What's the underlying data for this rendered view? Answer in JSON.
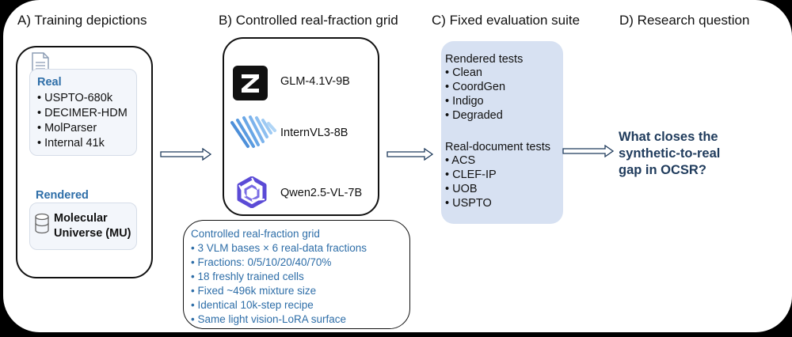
{
  "columns": {
    "a_title": "A)  Training depictions",
    "b_title": "B)  Controlled real-fraction grid",
    "c_title": "C)  Fixed evaluation suite",
    "d_title": "D)  Research question"
  },
  "training": {
    "real_label": "Real",
    "real_items": [
      "• USPTO-680k",
      "• DECIMER-HDM",
      "• MolParser",
      "• Internal 41k"
    ],
    "rendered_label": "Rendered",
    "mu_line1": "Molecular",
    "mu_line2": "Universe (MU)"
  },
  "models": [
    {
      "name": "GLM-4.1V-9B",
      "logo": "zhipu-z-logo"
    },
    {
      "name": "InternVL3-8B",
      "logo": "internvl-wing-logo"
    },
    {
      "name": "Qwen2.5-VL-7B",
      "logo": "qwen-hexagon-logo"
    }
  ],
  "grid_box": {
    "title": "Controlled real-fraction grid",
    "items": [
      "• 3 VLM bases × 6 real-data fractions",
      "• Fractions: 0/5/10/20/40/70%",
      "• 18 freshly trained cells",
      "• Fixed ~496k mixture size",
      "• Identical 10k-step recipe",
      "• Same light vision-LoRA surface"
    ]
  },
  "evaluation": {
    "rendered_title": "Rendered tests",
    "rendered_items": [
      "• Clean",
      "• CoordGen",
      "• Indigo",
      "• Degraded"
    ],
    "real_title": "Real-document tests",
    "real_items": [
      "• ACS",
      "• CLEF-IP",
      "• UOB",
      "• USPTO"
    ]
  },
  "question": {
    "line1": "What closes the",
    "line2": "synthetic-to-real",
    "line3": "gap in OCSR?"
  },
  "colors": {
    "accent_blue": "#2e6ea8",
    "suite_fill": "#d7e1f2",
    "question_navy": "#1f3b5c"
  }
}
